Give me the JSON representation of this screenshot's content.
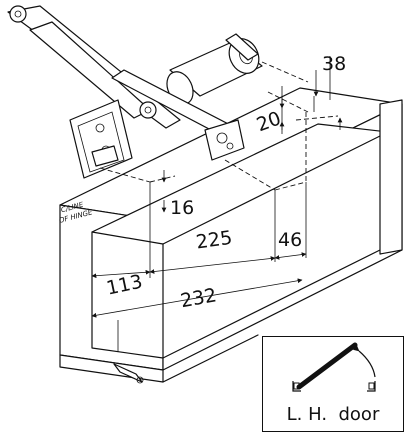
{
  "dimensions": {
    "d38": "38",
    "d20": "20",
    "d16": "16",
    "d225": "225",
    "d46": "46",
    "d113": "113",
    "d232": "232"
  },
  "labels": {
    "hinge_line_1": "C/LINE",
    "hinge_line_2": "OF HINGE",
    "inset_label": "L. H.  door"
  },
  "colors": {
    "line": "#111111",
    "background": "#ffffff"
  },
  "icons": [
    "door-closer-arm-icon",
    "door-swing-arrow-icon",
    "hinge-bracket-icon"
  ]
}
